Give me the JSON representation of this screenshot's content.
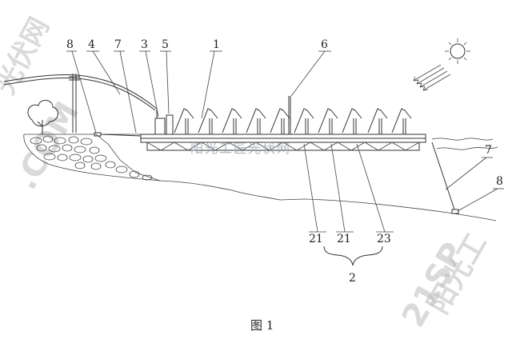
{
  "figure": {
    "caption": "图 1",
    "watermark_center": "阳光工匠光伏网",
    "watermark_corner_top": "光伏网",
    "watermark_corner_right": "阳光工",
    "watermark_corner_bottom": "21SP",
    "watermark_left": ".COM",
    "labels": {
      "l8a": "8",
      "l4": "4",
      "l7a": "7",
      "l3": "3",
      "l5": "5",
      "l1": "1",
      "l6": "6",
      "l7b": "7",
      "l8b": "8",
      "l21a": "21",
      "l21b": "21",
      "l23": "23",
      "l2": "2"
    }
  }
}
